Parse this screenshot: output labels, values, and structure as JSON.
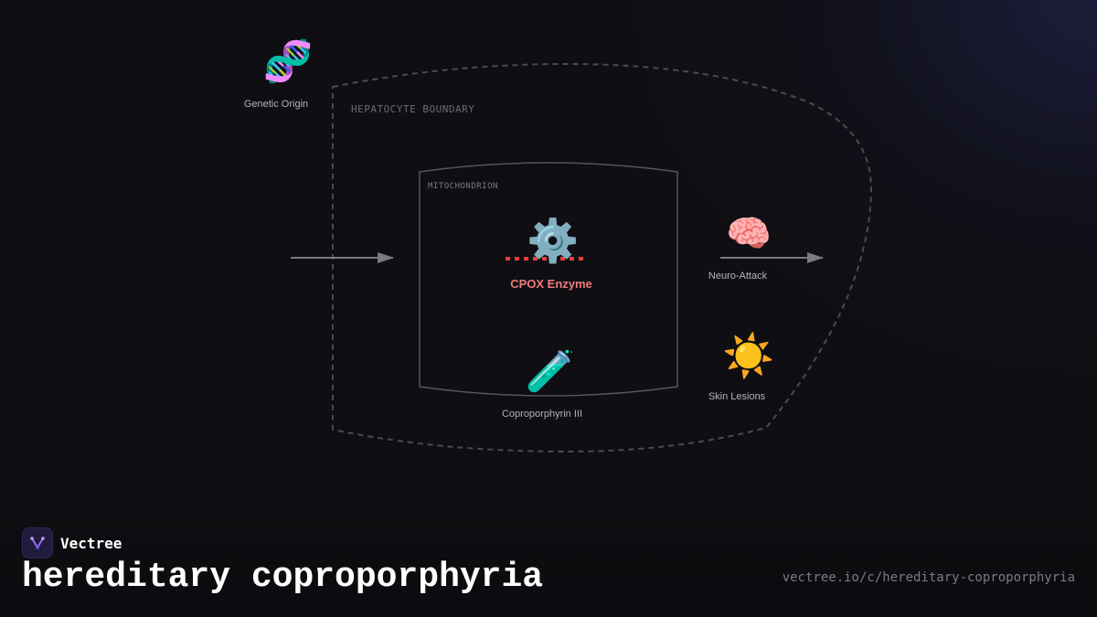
{
  "diagram": {
    "compartments": {
      "hepatocyte_label": "HEPATOCYTE BOUNDARY",
      "mitochondrion_label": "MITOCHONDRION"
    },
    "nodes": {
      "genetic_origin": {
        "label": "Genetic Origin",
        "icon": "🧬",
        "icon_name": "dna-icon"
      },
      "cpox_enzyme": {
        "label": "CPOX Enzyme",
        "icon": "⚙️",
        "icon_name": "gear-icon"
      },
      "coproporphyrin": {
        "label": "Coproporphyrin III",
        "icon": "🧪",
        "icon_name": "test-tube-icon"
      },
      "neuro_attack": {
        "label": "Neuro-Attack",
        "icon": "🧠",
        "icon_name": "brain-icon"
      },
      "skin_lesions": {
        "label": "Skin Lesions",
        "icon": "☀️",
        "icon_name": "sun-icon"
      }
    },
    "colors": {
      "background": "#0f0f13",
      "boundary": "#4a4a50",
      "enzyme_block": "#e8403f",
      "enzyme_label": "#f07b79",
      "arrow": "#7a7a80"
    }
  },
  "brand": {
    "name": "Vectree"
  },
  "page": {
    "title": "hereditary coproporphyria",
    "url": "vectree.io/c/hereditary-coproporphyria"
  }
}
